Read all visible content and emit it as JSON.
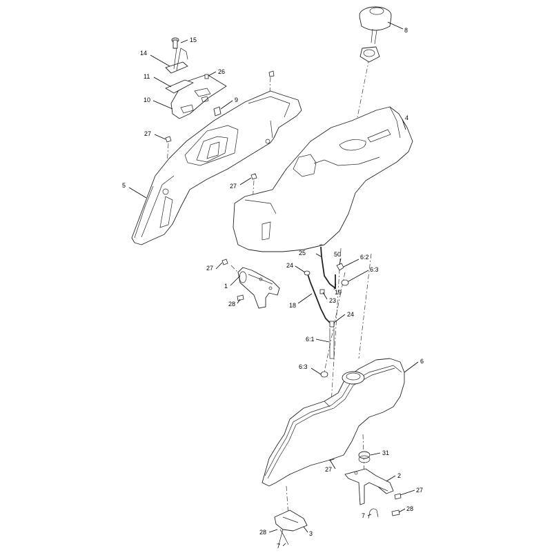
{
  "callouts": [
    {
      "key": "c15",
      "text": "15"
    },
    {
      "key": "c14",
      "text": "14"
    },
    {
      "key": "c26",
      "text": "26"
    },
    {
      "key": "c11",
      "text": "11"
    },
    {
      "key": "c10",
      "text": "10"
    },
    {
      "key": "c9",
      "text": "9"
    },
    {
      "key": "c8",
      "text": "8"
    },
    {
      "key": "c4",
      "text": "4"
    },
    {
      "key": "c27a",
      "text": "27"
    },
    {
      "key": "c27b",
      "text": "27"
    },
    {
      "key": "c5",
      "text": "5"
    },
    {
      "key": "c25",
      "text": "25"
    },
    {
      "key": "c50",
      "text": "50"
    },
    {
      "key": "c62",
      "text": "6:2"
    },
    {
      "key": "c63a",
      "text": "6:3"
    },
    {
      "key": "c24a",
      "text": "24"
    },
    {
      "key": "c27c",
      "text": "27"
    },
    {
      "key": "c19",
      "text": "19"
    },
    {
      "key": "c1",
      "text": "1"
    },
    {
      "key": "c23",
      "text": "23"
    },
    {
      "key": "c28a",
      "text": "28"
    },
    {
      "key": "c18",
      "text": "18"
    },
    {
      "key": "c24b",
      "text": "24"
    },
    {
      "key": "c61",
      "text": "6:1"
    },
    {
      "key": "c6",
      "text": "6"
    },
    {
      "key": "c63b",
      "text": "6:3"
    },
    {
      "key": "c31",
      "text": "31"
    },
    {
      "key": "c27d",
      "text": "27"
    },
    {
      "key": "c2",
      "text": "2"
    },
    {
      "key": "c27e",
      "text": "27"
    },
    {
      "key": "c7a",
      "text": "7"
    },
    {
      "key": "c28b",
      "text": "28"
    },
    {
      "key": "c28c",
      "text": "28"
    },
    {
      "key": "c3",
      "text": "3"
    },
    {
      "key": "c7b",
      "text": "7"
    }
  ]
}
